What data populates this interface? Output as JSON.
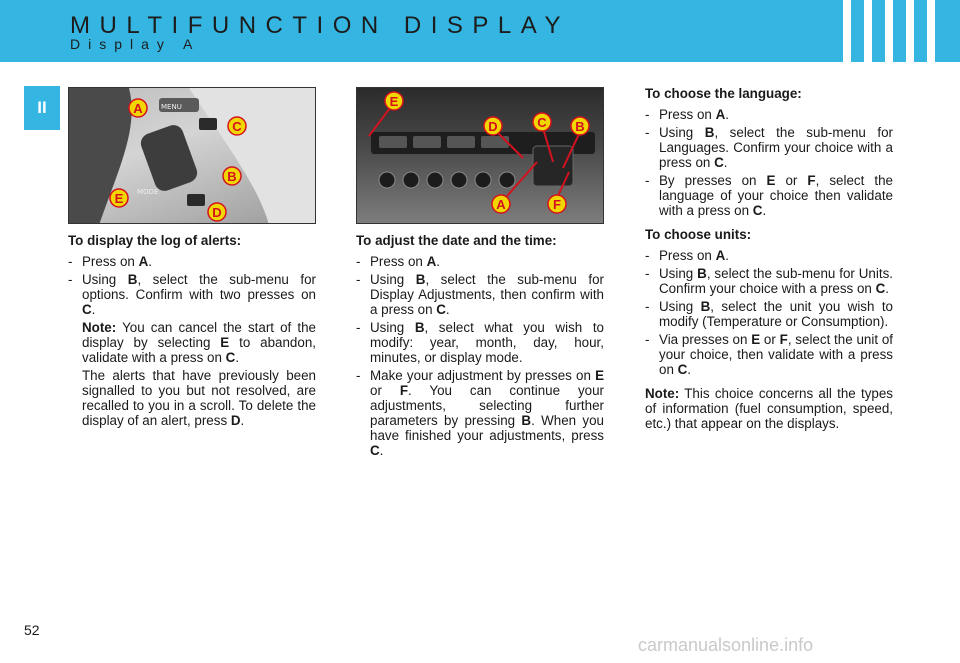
{
  "header": {
    "title": "MULTIFUNCTION DISPLAY",
    "subtitle": "Display A"
  },
  "chapter_tab": "II",
  "figure1": {
    "callouts": [
      "A",
      "C",
      "B",
      "E",
      "D"
    ],
    "labels": [
      "MENU",
      "MODE"
    ]
  },
  "figure2": {
    "callouts": [
      "E",
      "D",
      "C",
      "B",
      "A",
      "F"
    ]
  },
  "columns": {
    "log": {
      "heading": "To display the log of alerts:",
      "item1": {
        "pre": "Press on ",
        "key": "A",
        "post": "."
      },
      "item2": {
        "pre": "Using ",
        "key": "B",
        "post": ", select the sub-menu for options. Confirm with two presses on ",
        "key2": "C",
        "post2": "."
      },
      "note": {
        "label": "Note:",
        "pre": " You can cancel the start of the display by selecting ",
        "key": "E",
        "mid": " to abandon, validate with a press on ",
        "key2": "C",
        "post": "."
      },
      "para": {
        "pre": "The alerts that have previously been signalled to you but not resolved, are recalled to you in a scroll. To delete the display of an alert, press ",
        "key": "D",
        "post": "."
      }
    },
    "date": {
      "heading": "To adjust the date and the time:",
      "item1": {
        "pre": "Press on ",
        "key": "A",
        "post": "."
      },
      "item2": {
        "pre": "Using ",
        "key": "B",
        "post": ", select the sub-menu for Display Adjustments, then confirm with a press on ",
        "key2": "C",
        "post2": "."
      },
      "item3": {
        "pre": "Using ",
        "key": "B",
        "post": ", select what you wish to modify: year, month, day, hour, minutes, or display mode."
      },
      "item4": {
        "pre": "Make your adjustment by presses on ",
        "key": "E",
        "mid": " or ",
        "key2": "F",
        "mid2": ". You can continue your adjustments, selecting further parameters by pressing ",
        "key3": "B",
        "post": ". When you have finished your adjustments, press ",
        "key4": "C",
        "post2": "."
      }
    },
    "language": {
      "heading": "To choose the language:",
      "item1": {
        "pre": "Press on ",
        "key": "A",
        "post": "."
      },
      "item2": {
        "pre": "Using ",
        "key": "B",
        "post": ", select the sub-menu for Languages. Confirm your choice with a press on ",
        "key2": "C",
        "post2": "."
      },
      "item3": {
        "pre": "By presses on ",
        "key": "E",
        "mid": " or ",
        "key2": "F",
        "post": ", select the language of your choice then validate with a press on ",
        "key3": "C",
        "post2": "."
      }
    },
    "units": {
      "heading": "To choose units:",
      "item1": {
        "pre": "Press on ",
        "key": "A",
        "post": "."
      },
      "item2": {
        "pre": "Using ",
        "key": "B",
        "post": ", select the sub-menu for Units. Confirm your choice with a press on ",
        "key2": "C",
        "post2": "."
      },
      "item3": {
        "pre": "Using ",
        "key": "B",
        "post": ", select the unit you wish to modify (Temperature or Consumption)."
      },
      "item4": {
        "pre": "Via presses on ",
        "key": "E",
        "mid": " or ",
        "key2": "F",
        "post": ", select the unit of your choice, then validate with a press on ",
        "key3": "C",
        "post2": "."
      },
      "note": {
        "label": "Note:",
        "text": " This choice concerns all the types of information (fuel consumption, speed, etc.) that appear on the displays."
      }
    }
  },
  "dash": "-",
  "page_number": "52",
  "watermark": "carmanualsonline.info",
  "colors": {
    "banner": "#35b6e2",
    "callout": "#f2d600",
    "callout_outline": "#d4121f"
  }
}
